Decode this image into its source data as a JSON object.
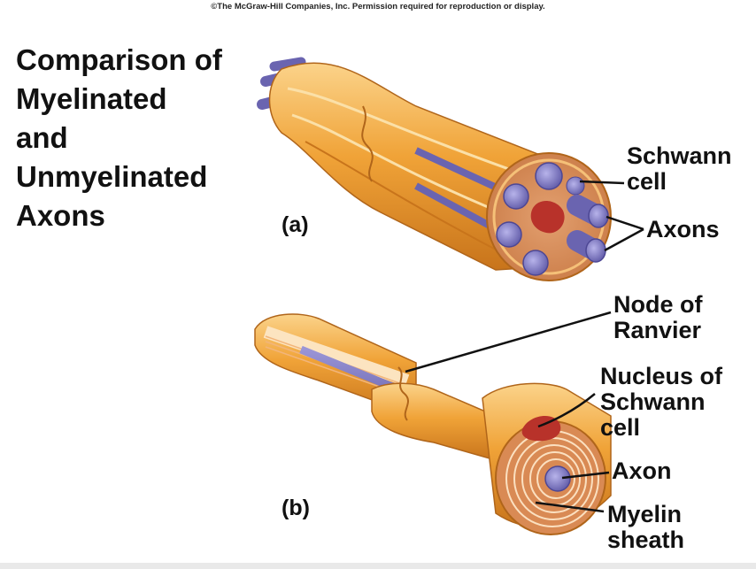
{
  "copyright": "©The McGraw-Hill Companies, Inc. Permission required for reproduction or display.",
  "title_lines": [
    "Comparison of",
    "Myelinated",
    "and",
    "Unmyelinated",
    "Axons"
  ],
  "panel_a": {
    "label": "(a)",
    "schwann_cell": [
      "Schwann",
      "cell"
    ],
    "axons": "Axons"
  },
  "panel_b": {
    "label": "(b)",
    "node_of_ranvier": [
      "Node of",
      "Ranvier"
    ],
    "nucleus_of_schwann_cell": [
      "Nucleus of",
      "Schwann",
      "cell"
    ],
    "axon": "Axon",
    "myelin_sheath": [
      "Myelin",
      "sheath"
    ]
  },
  "colors": {
    "sheath_orange": "#f0a338",
    "sheath_light": "#fbd38a",
    "sheath_dark": "#c8741b",
    "axon_purple": "#6a64b0",
    "nucleus_red": "#b8322a",
    "cytoplasm": "#d98a54"
  }
}
